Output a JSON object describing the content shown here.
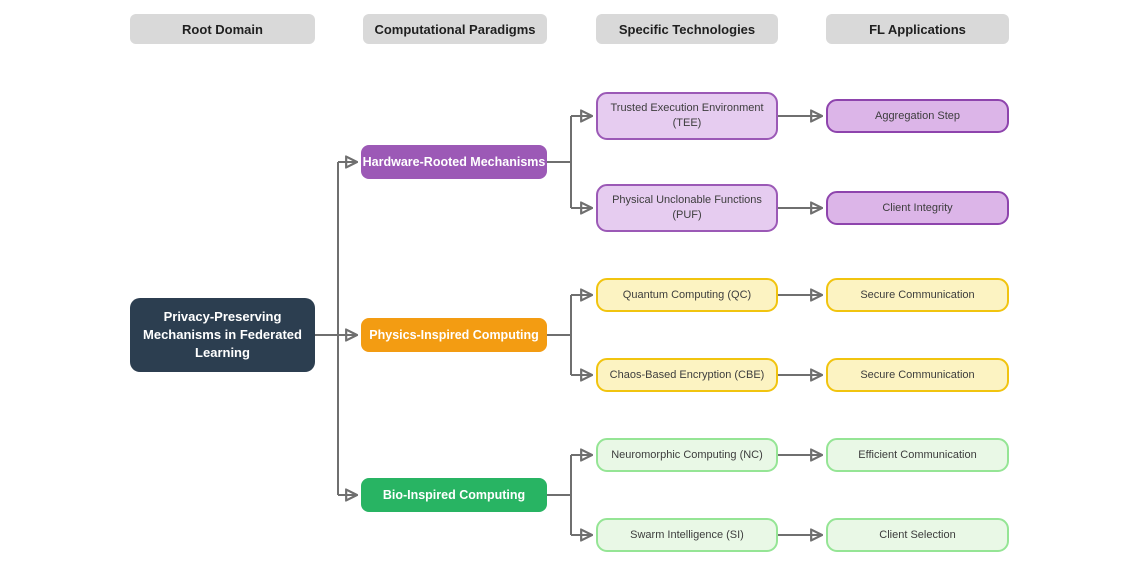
{
  "headers": [
    {
      "label": "Root Domain"
    },
    {
      "label": "Computational Paradigms"
    },
    {
      "label": "Specific Technologies"
    },
    {
      "label": "FL Applications"
    }
  ],
  "root": {
    "label": "Privacy-Preserving Mechanisms in Federated Learning",
    "bg": "#2c3e50",
    "text_color": "#ffffff"
  },
  "paradigms": [
    {
      "id": "hardware",
      "label": "Hardware-Rooted Mechanisms",
      "bg": "#9c59b6"
    },
    {
      "id": "physics",
      "label": "Physics-Inspired Computing",
      "bg": "#f39c12"
    },
    {
      "id": "bio",
      "label": "Bio-Inspired Computing",
      "bg": "#28b463"
    }
  ],
  "technologies": [
    {
      "id": "tee",
      "parent": "hardware",
      "label": "Trusted Execution Environment (TEE)",
      "fill": "#e6ccf0",
      "border": "#9b59b6"
    },
    {
      "id": "puf",
      "parent": "hardware",
      "label": "Physical Unclonable Functions (PUF)",
      "fill": "#e6ccf0",
      "border": "#9b59b6"
    },
    {
      "id": "qc",
      "parent": "physics",
      "label": "Quantum Computing (QC)",
      "fill": "#fcf3c2",
      "border": "#f1c40f"
    },
    {
      "id": "cbe",
      "parent": "physics",
      "label": "Chaos-Based Encryption (CBE)",
      "fill": "#fcf3c2",
      "border": "#f1c40f"
    },
    {
      "id": "nc",
      "parent": "bio",
      "label": "Neuromorphic Computing (NC)",
      "fill": "#e9f8e6",
      "border": "#95e595"
    },
    {
      "id": "si",
      "parent": "bio",
      "label": "Swarm Intelligence (SI)",
      "fill": "#e9f8e6",
      "border": "#95e595"
    }
  ],
  "applications": [
    {
      "id": "aggregation-step",
      "source": "tee",
      "label": "Aggregation Step",
      "fill": "#dcb5e8",
      "border": "#8e44ad"
    },
    {
      "id": "client-integrity",
      "source": "puf",
      "label": "Client Integrity",
      "fill": "#dcb5e8",
      "border": "#8e44ad"
    },
    {
      "id": "secure-communication-1",
      "source": "qc",
      "label": "Secure Communication",
      "fill": "#fcf3c2",
      "border": "#f1c40f"
    },
    {
      "id": "secure-communication-2",
      "source": "cbe",
      "label": "Secure Communication",
      "fill": "#fcf3c2",
      "border": "#f1c40f"
    },
    {
      "id": "efficient-communication",
      "source": "nc",
      "label": "Efficient Communication",
      "fill": "#e9f8e6",
      "border": "#95e595"
    },
    {
      "id": "client-selection",
      "source": "si",
      "label": "Client Selection",
      "fill": "#e9f8e6",
      "border": "#95e595"
    }
  ],
  "palette": {
    "header_bg": "#d9d9d9",
    "connector": "#6f6f6f",
    "background": "#ffffff"
  }
}
